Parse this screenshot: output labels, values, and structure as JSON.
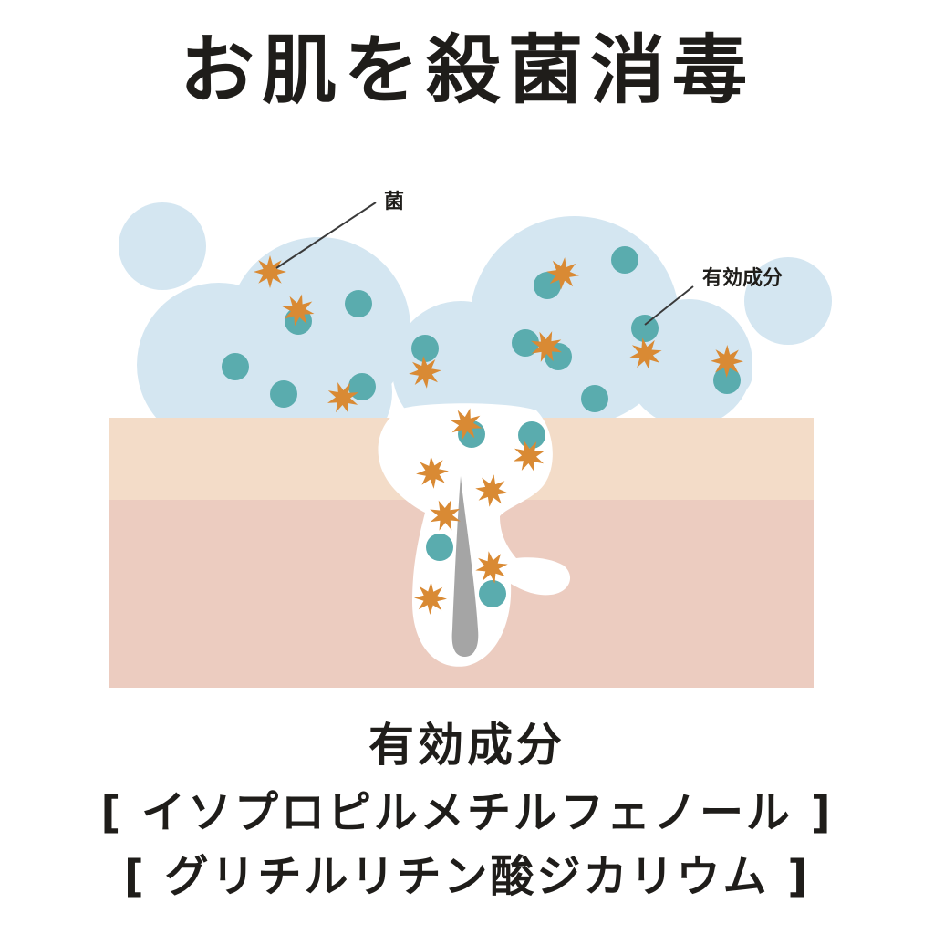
{
  "title": "お肌を殺菌消毒",
  "labels": {
    "bacteria": "菌",
    "active_ingredient": "有効成分"
  },
  "caption": {
    "heading": "有効成分",
    "ingredient_1": "[ イソプロピルメチルフェノール ]",
    "ingredient_2": "[ グリチルリチン酸ジカリウム ]"
  },
  "colors": {
    "foam": "#d4e6f1",
    "skin_top": "#f3dcc8",
    "skin_bottom": "#ecccc0",
    "active_dot": "#5aacae",
    "bacteria": "#d98a34",
    "hair": "#a5a5a5",
    "text": "#1f1d1a"
  },
  "icons": {
    "bacteria": "bacteria-starburst-icon",
    "ingredient": "ingredient-dot-icon"
  }
}
